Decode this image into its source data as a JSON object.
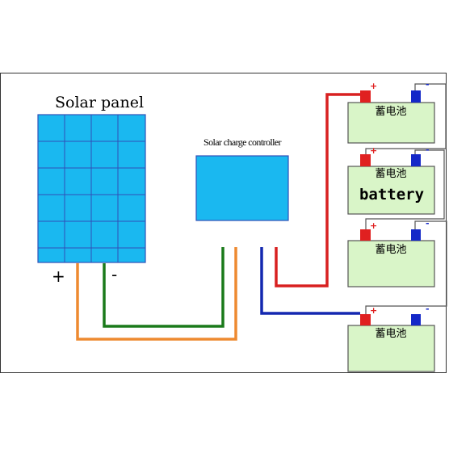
{
  "panel": {
    "title": "Solar panel",
    "plus": "+",
    "minus": "-"
  },
  "controller": {
    "title": "Solar charge controller"
  },
  "batteries": [
    {
      "cn": "蓄电池",
      "label": ""
    },
    {
      "cn": "蓄电池",
      "label": "battery"
    },
    {
      "cn": "蓄电池",
      "label": ""
    },
    {
      "cn": "蓄电池",
      "label": ""
    }
  ],
  "terminal": {
    "plus": "+",
    "minus": "-"
  },
  "colors": {
    "panel_fill": "#1ab8f0",
    "panel_grid": "#3050b8",
    "battery_fill": "#d9f5c8",
    "wire_red": "#d82020",
    "wire_blue": "#1428b0",
    "wire_orange": "#ee8a30",
    "wire_green": "#1a7a1a"
  }
}
